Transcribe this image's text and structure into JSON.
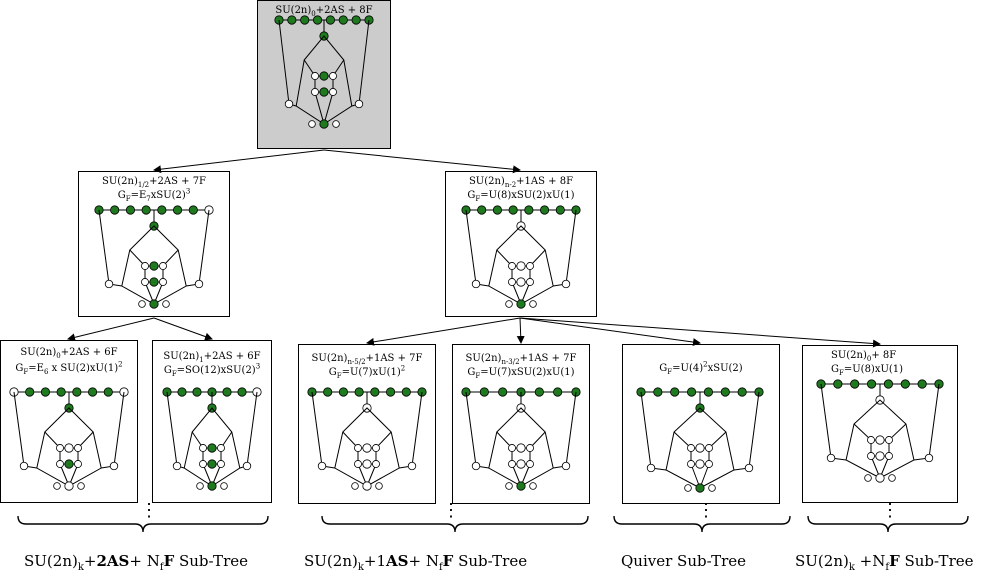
{
  "colors": {
    "green": "#1f7a1f",
    "white": "#ffffff",
    "root_bg": "#cccccc"
  },
  "root": {
    "title_main": "SU(2n)",
    "title_sub": "0",
    "title_rest": "+2AS + 8F"
  },
  "level1": [
    {
      "t1_main": "SU(2n)",
      "t1_sub": "1/2",
      "t1_rest": "+2AS + 7F",
      "t2_pre": "G",
      "t2_sub": "F",
      "t2_mid": "=E",
      "t2_sub2": "7",
      "t2_rest": "xSU(2)",
      "t2_sup": "3"
    },
    {
      "t1_main": "SU(2n)",
      "t1_sub": "n-2",
      "t1_rest": "+1AS + 8F",
      "t2_pre": "G",
      "t2_sub": "F",
      "t2_rest": "=U(8)xSU(2)xU(1)"
    }
  ],
  "level2": [
    {
      "t1_main": "SU(2n)",
      "t1_sub": "0",
      "t1_rest": "+2AS + 6F",
      "t2_pre": "G",
      "t2_sub": "F",
      "t2_mid": "=E",
      "t2_sub2": "6",
      "t2_rest": " x SU(2)xU(1)",
      "t2_sup": "2"
    },
    {
      "t1_main": "SU(2n)",
      "t1_sub": "1",
      "t1_rest": "+2AS + 6F",
      "t2_pre": "G",
      "t2_sub": "F",
      "t2_rest": "=SO(12)xSU(2)",
      "t2_sup": "3"
    },
    {
      "t1_main": "SU(2n)",
      "t1_sub": "n-5/2",
      "t1_rest": "+1AS + 7F",
      "t2_pre": "G",
      "t2_sub": "F",
      "t2_rest": "=U(7)xU(1)",
      "t2_sup": "2"
    },
    {
      "t1_main": "SU(2n)",
      "t1_sub": "n-3/2",
      "t1_rest": "+1AS + 7F",
      "t2_pre": "G",
      "t2_sub": "F",
      "t2_rest": "=U(7)xSU(2)xU(1)"
    },
    {
      "t2_pre": "G",
      "t2_sub": "F",
      "t2_mid": "=U(4)",
      "t2_sup": "2",
      "t2_rest": "xSU(2)"
    },
    {
      "t1_main": "SU(2n)",
      "t1_sub": "0",
      "t1_rest": "+ 8F",
      "t2_pre": "G",
      "t2_sub": "F",
      "t2_rest": "=U(8)xU(1)"
    }
  ],
  "dots": "⋮",
  "subtrees": [
    {
      "a": "SU(2n)",
      "a_sub": "k",
      "b": "+",
      "bold1": "2AS",
      "c": "+ N",
      "c_sub": "f",
      "bold2": "F",
      "d": " Sub-Tree"
    },
    {
      "a": "SU(2n)",
      "a_sub": "k",
      "b": "+1",
      "bold1": "AS",
      "c": "+ N",
      "c_sub": "f",
      "bold2": "F",
      "d": " Sub-Tree"
    },
    {
      "a": "Quiver Sub-Tree"
    },
    {
      "a": "SU(2n)",
      "a_sub": "k",
      "b": " +N",
      "b_sub": "f",
      "bold2": "F",
      "d": " Sub-Tree"
    }
  ]
}
